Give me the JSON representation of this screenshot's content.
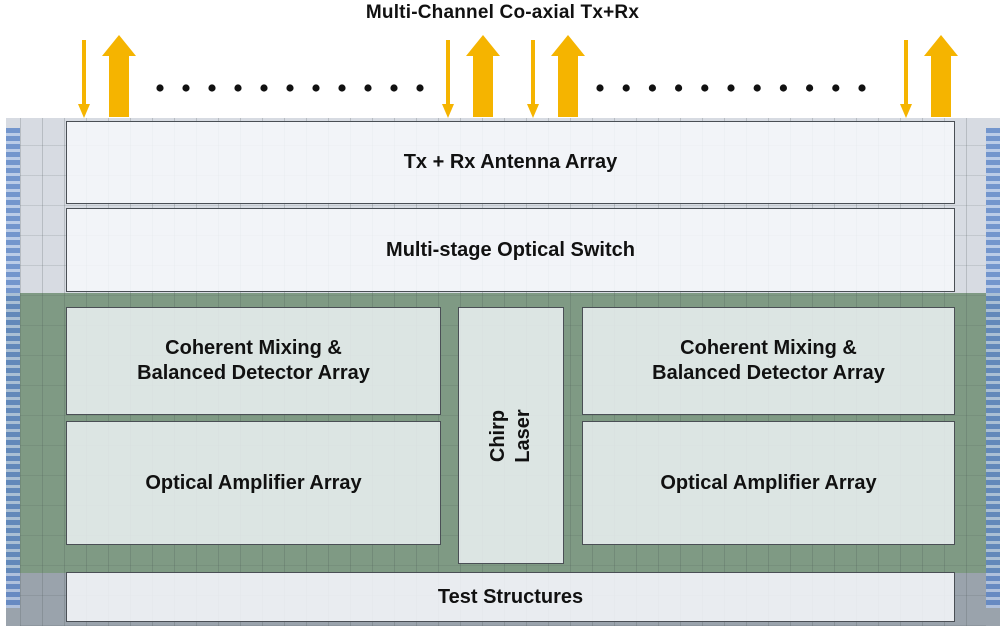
{
  "title": "Multi-Channel Co-axial Tx+Rx",
  "colors": {
    "arrow": "#F5B400",
    "block_border": "#4a4f55"
  },
  "blocks": {
    "antenna": "Tx + Rx Antenna Array",
    "switch": "Multi-stage Optical Switch",
    "mixing_left": "Coherent Mixing &\nBalanced Detector Array",
    "mixing_right": "Coherent Mixing &\nBalanced Detector Array",
    "amp_left": "Optical Amplifier Array",
    "amp_right": "Optical Amplifier Array",
    "laser": "Chirp Laser",
    "test": "Test Structures"
  },
  "channel_groups": 4,
  "ellipsis_dots": [
    11,
    11
  ]
}
